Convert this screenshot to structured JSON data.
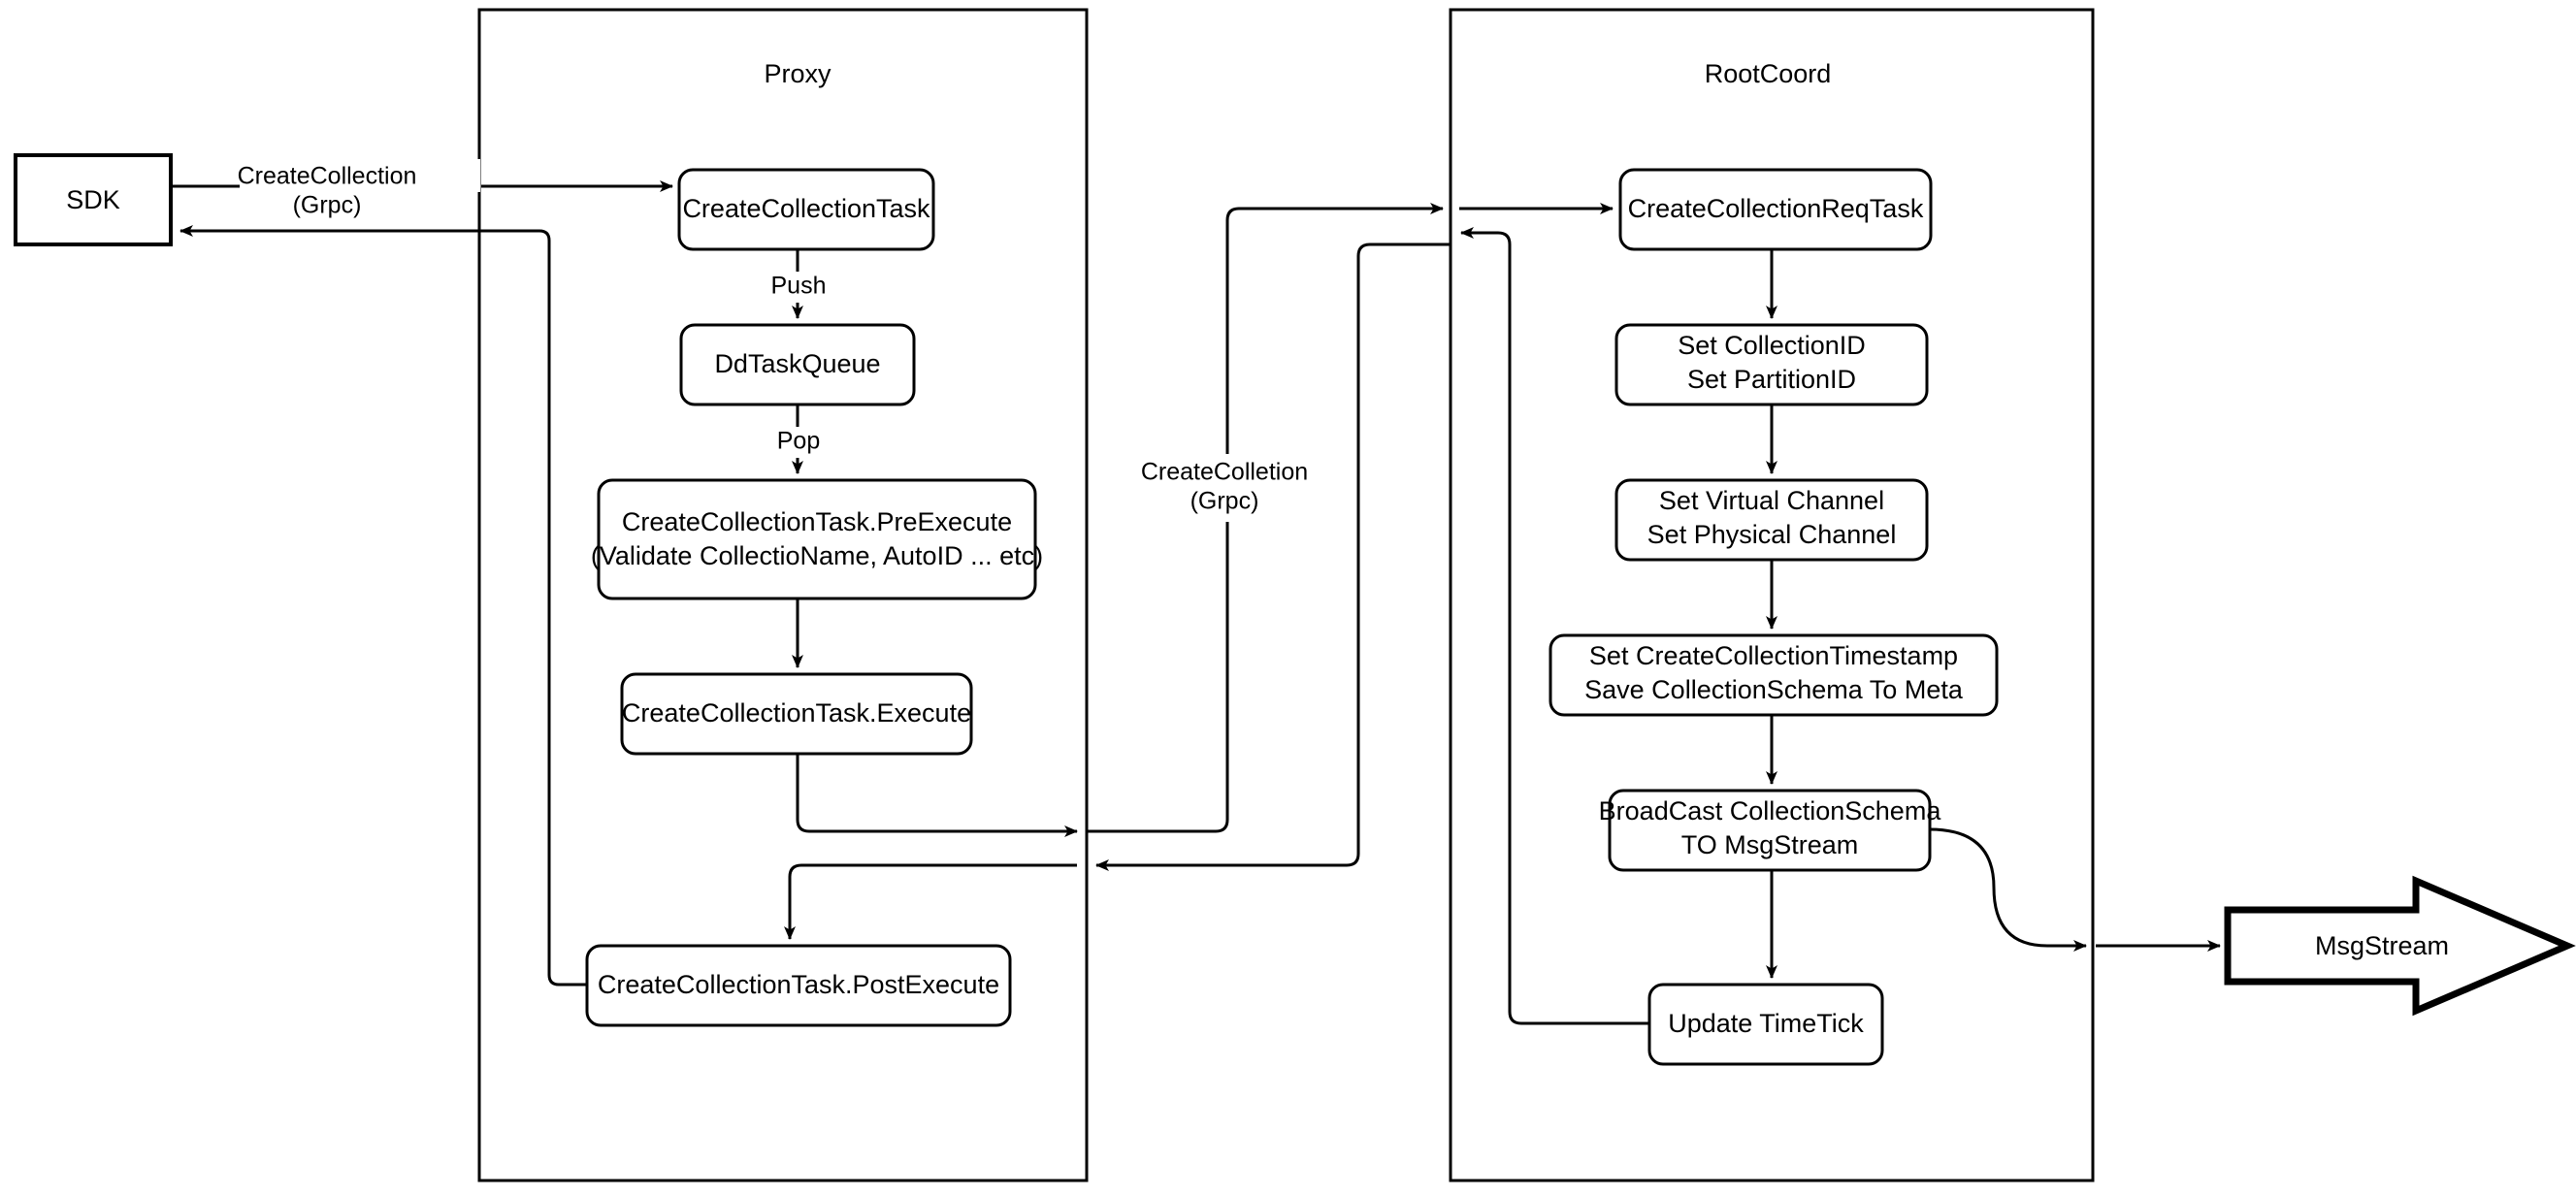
{
  "diagram": {
    "title": "Milvus CreateCollection Flow",
    "background_color": "#ffffff",
    "stroke_color": "#000000",
    "lanes": [
      {
        "id": "proxy",
        "label": "Proxy"
      },
      {
        "id": "rootcoord",
        "label": "RootCoord"
      }
    ],
    "nodes": {
      "sdk": {
        "label": "SDK"
      },
      "create_collection_task": {
        "label": "CreateCollectionTask"
      },
      "dd_task_queue": {
        "label": "DdTaskQueue"
      },
      "pre_execute_line1": {
        "label": "CreateCollectionTask.PreExecute"
      },
      "pre_execute_line2": {
        "label": "(Validate CollectioName, AutoID ... etc)"
      },
      "execute": {
        "label": "CreateCollectionTask.Execute"
      },
      "post_execute": {
        "label": "CreateCollectionTask.PostExecute"
      },
      "req_task": {
        "label": "CreateCollectionReqTask"
      },
      "set_ids_line1": {
        "label": "Set CollectionID"
      },
      "set_ids_line2": {
        "label": "Set PartitionID"
      },
      "set_channels_line1": {
        "label": "Set Virtual Channel"
      },
      "set_channels_line2": {
        "label": "Set Physical Channel"
      },
      "set_meta_line1": {
        "label": "Set CreateCollectionTimestamp"
      },
      "set_meta_line2": {
        "label": "Save CollectionSchema To Meta"
      },
      "broadcast_line1": {
        "label": "BroadCast CollectionSchema"
      },
      "broadcast_line2": {
        "label": "TO MsgStream"
      },
      "update_timetick": {
        "label": "Update TimeTick"
      },
      "msgstream": {
        "label": "MsgStream"
      }
    },
    "edge_labels": {
      "sdk_to_proxy_line1": {
        "label": "CreateCollection"
      },
      "sdk_to_proxy_line2": {
        "label": "(Grpc)"
      },
      "push": {
        "label": "Push"
      },
      "pop": {
        "label": "Pop"
      },
      "proxy_to_rootcoord_line1": {
        "label": "CreateColletion"
      },
      "proxy_to_rootcoord_line2": {
        "label": "(Grpc)"
      }
    }
  }
}
